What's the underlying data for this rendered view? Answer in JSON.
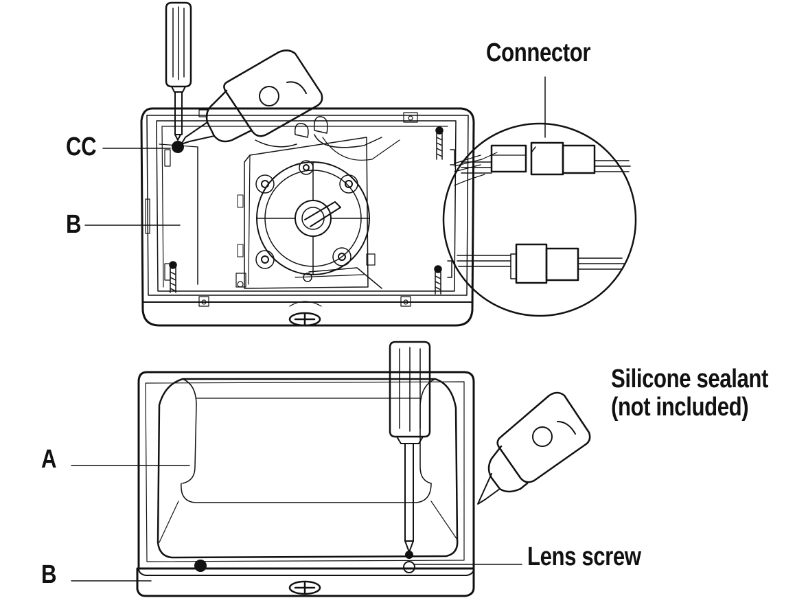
{
  "labels": {
    "cc": "CC",
    "b_top": "B",
    "connector": "Connector",
    "silicone": "Silicone sealant\n(not included)",
    "a": "A",
    "lens_screw": "Lens screw",
    "b_bottom": "B"
  },
  "colors": {
    "line": "#111111",
    "background": "#ffffff"
  }
}
